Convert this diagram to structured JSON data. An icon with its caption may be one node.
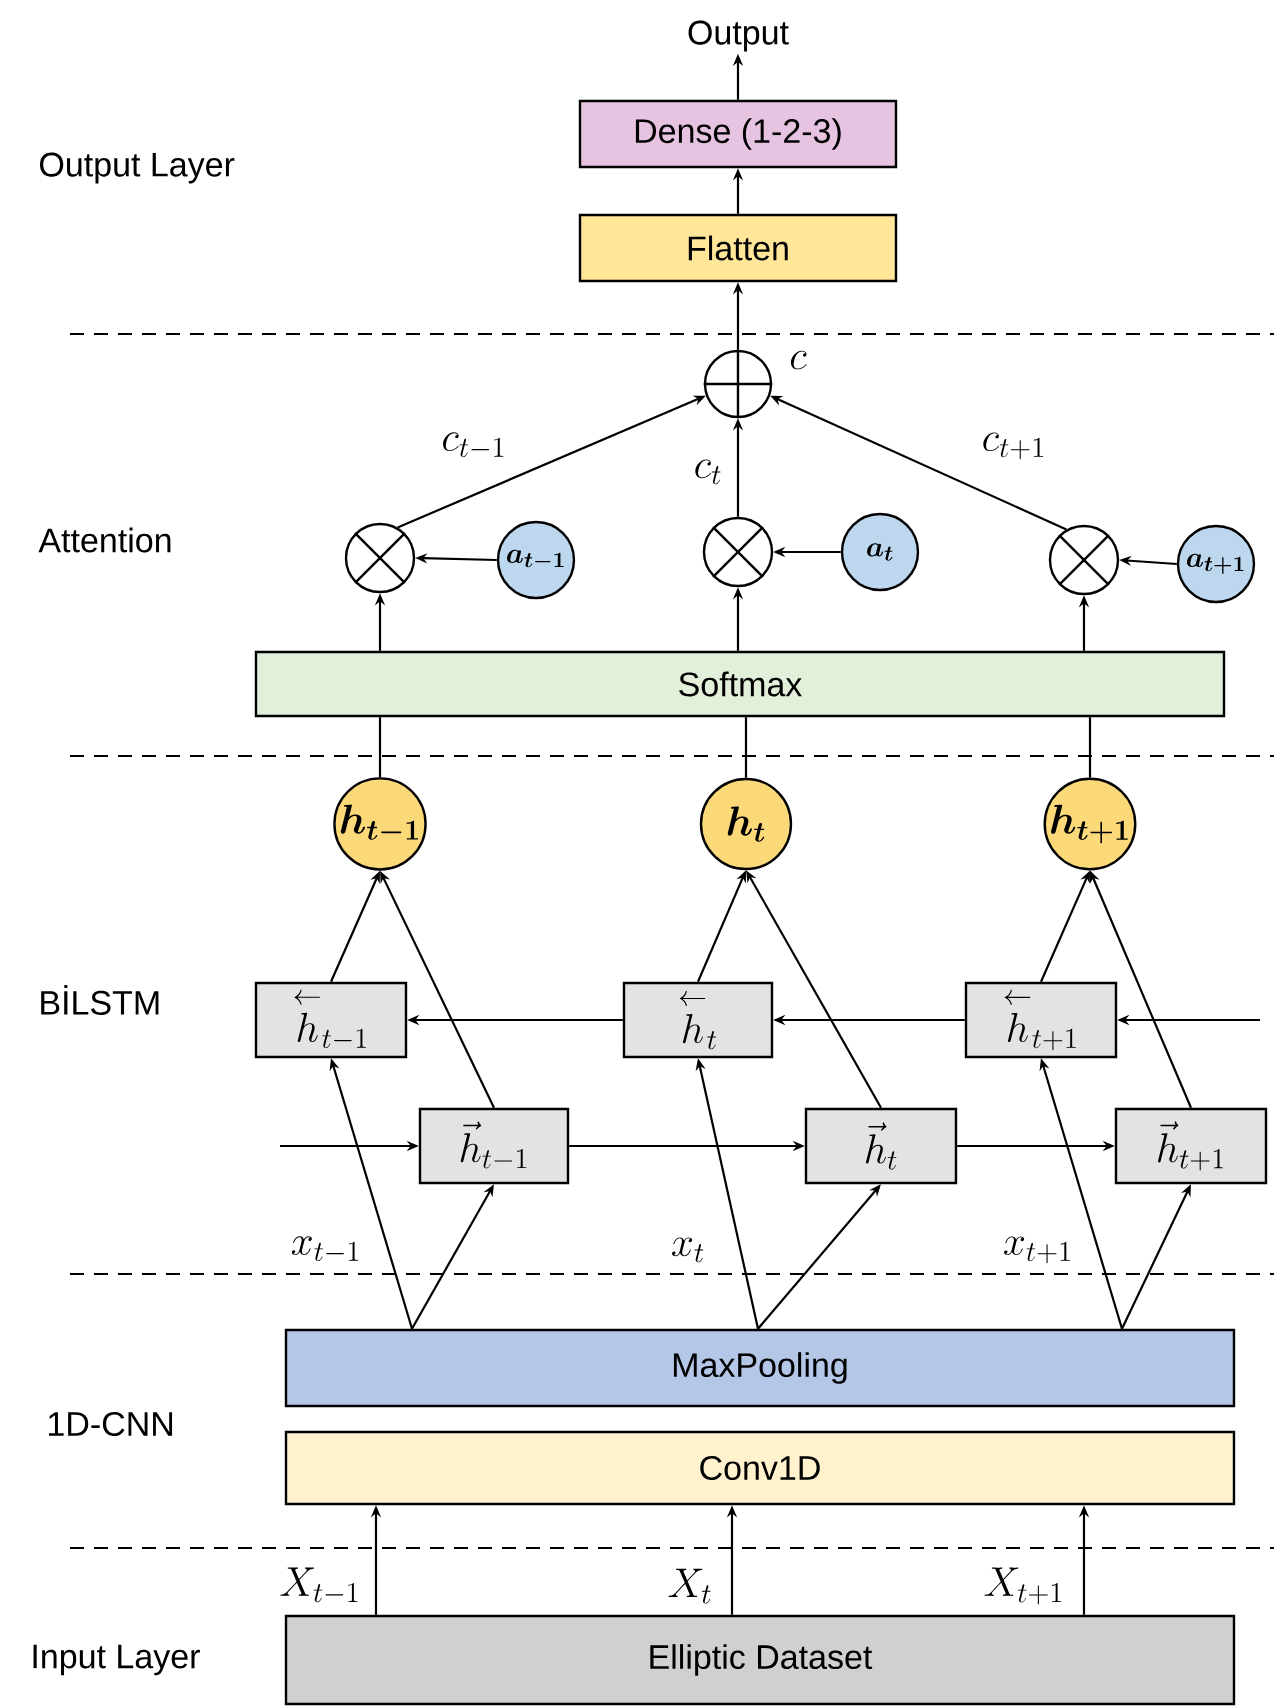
{
  "diagram": {
    "nodes": [
      {
        "text": [
          "Output"
        ]
      },
      {
        "text": [
          "Dense (1-2-3)"
        ]
      },
      {
        "text": [
          "Flatten"
        ]
      },
      {
        "text": [],
        "shape": "circle",
        "beside": [
          "c"
        ]
      },
      {
        "text": [],
        "shape": "circle"
      },
      {
        "text": [],
        "shape": "circle"
      },
      {
        "text": [],
        "shape": "circle"
      },
      {
        "text": [
          "\\boldsymbol{a_{t-1}}"
        ]
      },
      {
        "text": [
          "\\boldsymbol{a_{t}}"
        ]
      },
      {
        "text": [
          "\\boldsymbol{a_{t+1}}"
        ]
      },
      {
        "text": [
          "Softmax"
        ]
      },
      {
        "text": [
          "\\boldsymbol{h_{t-1}}"
        ]
      },
      {
        "text": [
          "\\boldsymbol{h_{t}}"
        ]
      },
      {
        "text": [
          "\\boldsymbol{h_{t+1}}"
        ]
      },
      {
        "text": [
          "\\overset{\\leftarrow}{h}_{t-1}"
        ]
      },
      {
        "text": [
          "\\overset{\\leftarrow}{h}_{t}"
        ]
      },
      {
        "text": [
          "\\overset{\\leftarrow}{h}_{t+1}"
        ]
      },
      {
        "text": [
          "\\vec{h}_{t-1}"
        ]
      },
      {
        "text": [
          "\\vec{h}_{t}"
        ]
      },
      {
        "text": [
          "\\vec{h}_{t+1}"
        ]
      },
      {
        "text": [
          "MaxPooling"
        ]
      },
      {
        "text": [
          "Conv1D"
        ]
      },
      {
        "text": [
          "Elliptic Dataset"
        ]
      }
    ],
    "edges": [
      {
        "from": 1,
        "to": 0,
        "arrow": "to"
      },
      {
        "from": 2,
        "to": 1,
        "arrow": "to"
      },
      {
        "from": 3,
        "to": 2,
        "arrow": "to"
      },
      {
        "from": 4,
        "to": 3,
        "arrow": "to",
        "label": "c_{t-1}"
      },
      {
        "from": 5,
        "to": 3,
        "arrow": "to",
        "label": "c_{t}"
      },
      {
        "from": 6,
        "to": 3,
        "arrow": "to",
        "label": "c_{t+1}"
      },
      {
        "from": 7,
        "to": 4,
        "arrow": "to"
      },
      {
        "from": 8,
        "to": 5,
        "arrow": "to"
      },
      {
        "from": 9,
        "to": 6,
        "arrow": "to"
      },
      {
        "from": 10,
        "to": 4,
        "arrow": "to"
      },
      {
        "from": 10,
        "to": 5,
        "arrow": "to"
      },
      {
        "from": 10,
        "to": 6,
        "arrow": "to"
      },
      {
        "from": 11,
        "to": 10,
        "arrow": "none"
      },
      {
        "from": 12,
        "to": 10,
        "arrow": "none"
      },
      {
        "from": 13,
        "to": 10,
        "arrow": "none"
      },
      {
        "from": 14,
        "to": 11,
        "arrow": "to"
      },
      {
        "from": 17,
        "to": 11,
        "arrow": "to"
      },
      {
        "from": 15,
        "to": 12,
        "arrow": "to"
      },
      {
        "from": 18,
        "to": 12,
        "arrow": "to"
      },
      {
        "from": 16,
        "to": 13,
        "arrow": "to"
      },
      {
        "from": 19,
        "to": 13,
        "arrow": "to"
      },
      {
        "from": 15,
        "to": 14,
        "arrow": "to"
      },
      {
        "from": 16,
        "to": 15,
        "arrow": "to"
      },
      {
        "from": null,
        "to": 16,
        "arrow": "to"
      },
      {
        "from": null,
        "to": 17,
        "arrow": "to"
      },
      {
        "from": 17,
        "to": 18,
        "arrow": "to"
      },
      {
        "from": 18,
        "to": 19,
        "arrow": "to"
      },
      {
        "from": 20,
        "to": 14,
        "arrow": "to",
        "label": "x_{t-1}"
      },
      {
        "from": 20,
        "to": 17,
        "arrow": "to"
      },
      {
        "from": 20,
        "to": 15,
        "arrow": "to",
        "label": "x_{t}"
      },
      {
        "from": 20,
        "to": 18,
        "arrow": "to"
      },
      {
        "from": 20,
        "to": 16,
        "arrow": "to",
        "label": "x_{t+1}"
      },
      {
        "from": 20,
        "to": 19,
        "arrow": "to"
      },
      {
        "from": 22,
        "to": 21,
        "arrow": "to",
        "label": "X_{t-1}"
      },
      {
        "from": 22,
        "to": 21,
        "arrow": "to",
        "label": "X_{t}"
      },
      {
        "from": 22,
        "to": 21,
        "arrow": "to",
        "label": "X_{t+1}"
      }
    ],
    "labels": [
      "Output Layer",
      "Attention",
      "BİLSTM",
      "1D-CNN",
      "Input Layer"
    ]
  }
}
